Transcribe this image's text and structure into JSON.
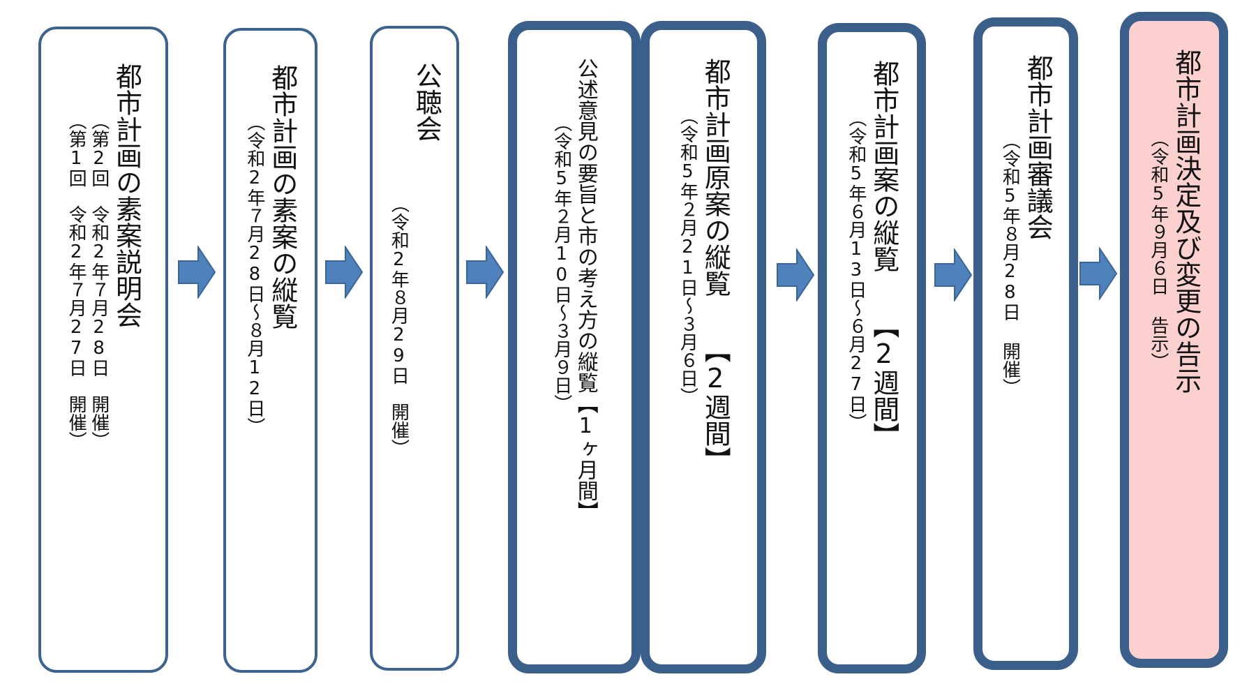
{
  "steps": [
    {
      "title": "都市計画の素案説明会",
      "sub": [
        "（第2回　令和2年７月28日　開催）",
        "（第1回　令和2年７月27日　開催）"
      ]
    },
    {
      "title": "都市計画の素案の縦覧",
      "sub": [
        "（令和2年７月28日～８月12日）"
      ]
    },
    {
      "title": "公聴会",
      "sub": [
        "（令和2年８月29日　開催）"
      ]
    },
    {
      "title": "公述意見の要旨と市の考え方の縦覧【1ヶ月間】",
      "sub": [
        "（令和5年２月10日～３月９日）"
      ]
    },
    {
      "title": "都市計画原案の縦覧　　【2週間】",
      "sub": [
        "（令和5年２月21日～３月６日）"
      ]
    },
    {
      "title": "都市計画案の縦覧　　【2週間】",
      "sub": [
        "（令和5年６月13日～６月27日）"
      ]
    },
    {
      "title": "都市計画審議会",
      "sub": [
        "（令和5年８月28日 開催）"
      ]
    },
    {
      "title": "都市計画決定及び変更の告示",
      "sub": [
        "（令和5年９月６日 告示）"
      ]
    }
  ],
  "colors": {
    "border": "#3d6390",
    "arrow": "#4f81bd",
    "final_fill": "#fdd0d0"
  }
}
